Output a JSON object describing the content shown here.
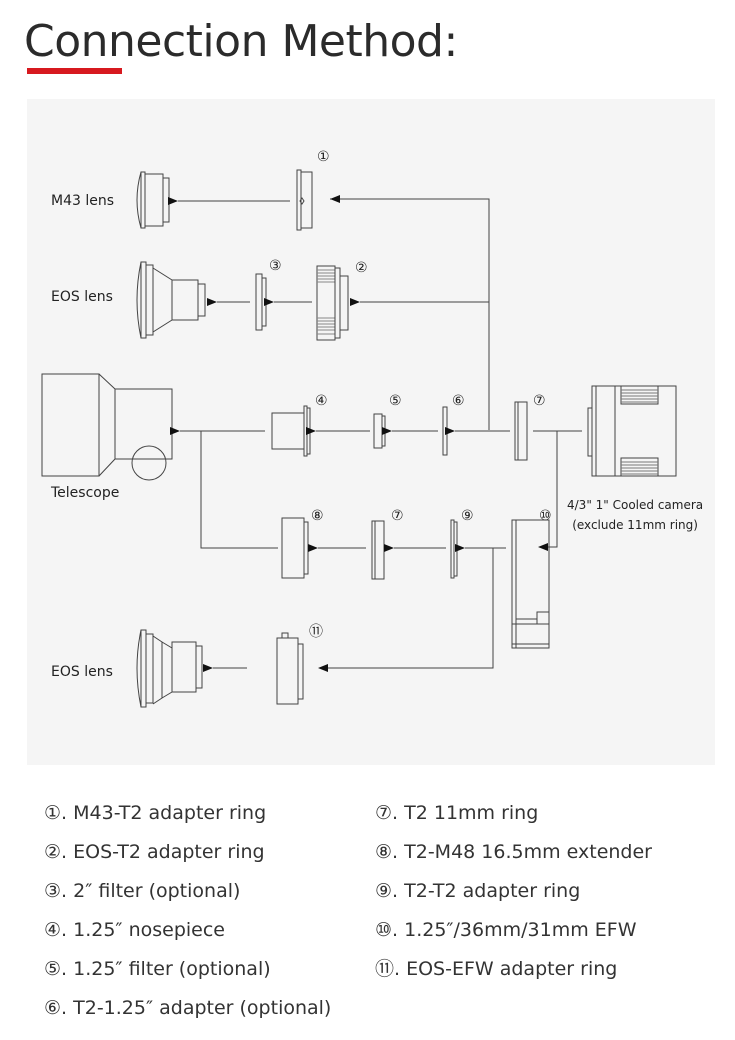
{
  "header": {
    "title": "Connection Method:",
    "accent_color": "#d7191f"
  },
  "diagram": {
    "labels": {
      "m43_lens": "M43 lens",
      "eos_lens_top": "EOS lens",
      "telescope": "Telescope",
      "eos_lens_bottom": "EOS lens",
      "camera_line1": "4/3\" 1\" Cooled camera",
      "camera_line2": "(exclude 11mm ring)"
    },
    "markers": {
      "m1": "①",
      "m2": "②",
      "m3": "③",
      "m4": "④",
      "m5": "⑤",
      "m6": "⑥",
      "m7a": "⑦",
      "m7b": "⑦",
      "m8": "⑧",
      "m9": "⑨",
      "m10": "⑩",
      "m11": "⑪"
    }
  },
  "legend": {
    "left": [
      {
        "marker": "①",
        "text": ". M43-T2 adapter ring"
      },
      {
        "marker": "②",
        "text": ". EOS-T2 adapter ring"
      },
      {
        "marker": "③",
        "text": ". 2″ filter (optional)"
      },
      {
        "marker": "④",
        "text": ". 1.25″ nosepiece"
      },
      {
        "marker": "⑤",
        "text": ". 1.25″ filter (optional)"
      },
      {
        "marker": "⑥",
        "text": ". T2-1.25″ adapter (optional)"
      }
    ],
    "right": [
      {
        "marker": "⑦",
        "text": ". T2 11mm ring"
      },
      {
        "marker": "⑧",
        "text": ". T2-M48 16.5mm extender"
      },
      {
        "marker": "⑨",
        "text": ". T2-T2 adapter ring"
      },
      {
        "marker": "⑩",
        "text": ". 1.25″/36mm/31mm EFW"
      },
      {
        "marker": "⑪",
        "text": ". EOS-EFW adapter ring"
      }
    ]
  }
}
